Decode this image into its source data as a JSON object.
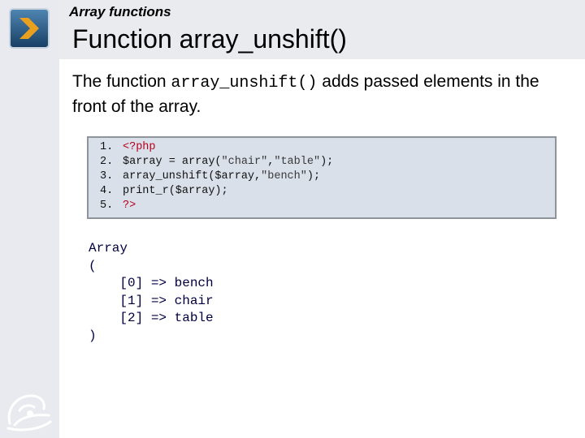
{
  "header": {
    "section": "Array functions",
    "title": "Function array_unshift()"
  },
  "intro": {
    "before": "The function ",
    "code": "array_unshift()",
    "after": " adds passed elements in the front of the array."
  },
  "code_sample": {
    "lines": [
      {
        "num": "1.",
        "tokens": [
          {
            "t": "<?php",
            "c": "tag"
          }
        ]
      },
      {
        "num": "2.",
        "tokens": [
          {
            "t": "$array = array(",
            "c": "plain"
          },
          {
            "t": "\"chair\"",
            "c": "str"
          },
          {
            "t": ",",
            "c": "plain"
          },
          {
            "t": "\"table\"",
            "c": "str"
          },
          {
            "t": ");",
            "c": "plain"
          }
        ]
      },
      {
        "num": "3.",
        "tokens": [
          {
            "t": "array_unshift($array,",
            "c": "plain"
          },
          {
            "t": "\"bench\"",
            "c": "str"
          },
          {
            "t": ");",
            "c": "plain"
          }
        ]
      },
      {
        "num": "4.",
        "tokens": [
          {
            "t": "print_r($array);",
            "c": "plain"
          }
        ]
      },
      {
        "num": "5.",
        "tokens": [
          {
            "t": "?>",
            "c": "tag"
          }
        ]
      }
    ]
  },
  "output": {
    "lines": [
      "Array",
      "(",
      "    [0] => bench",
      "    [1] => chair",
      "    [2] => table",
      ")"
    ]
  },
  "icons": {
    "nav": "chevron-right-icon",
    "logo": "orbit-logo-icon"
  },
  "colors": {
    "code_bg": "#d9e0ea",
    "code_border": "#8f949a",
    "php_tag": "#b8001c",
    "icon_bg": "#2a5d86"
  }
}
